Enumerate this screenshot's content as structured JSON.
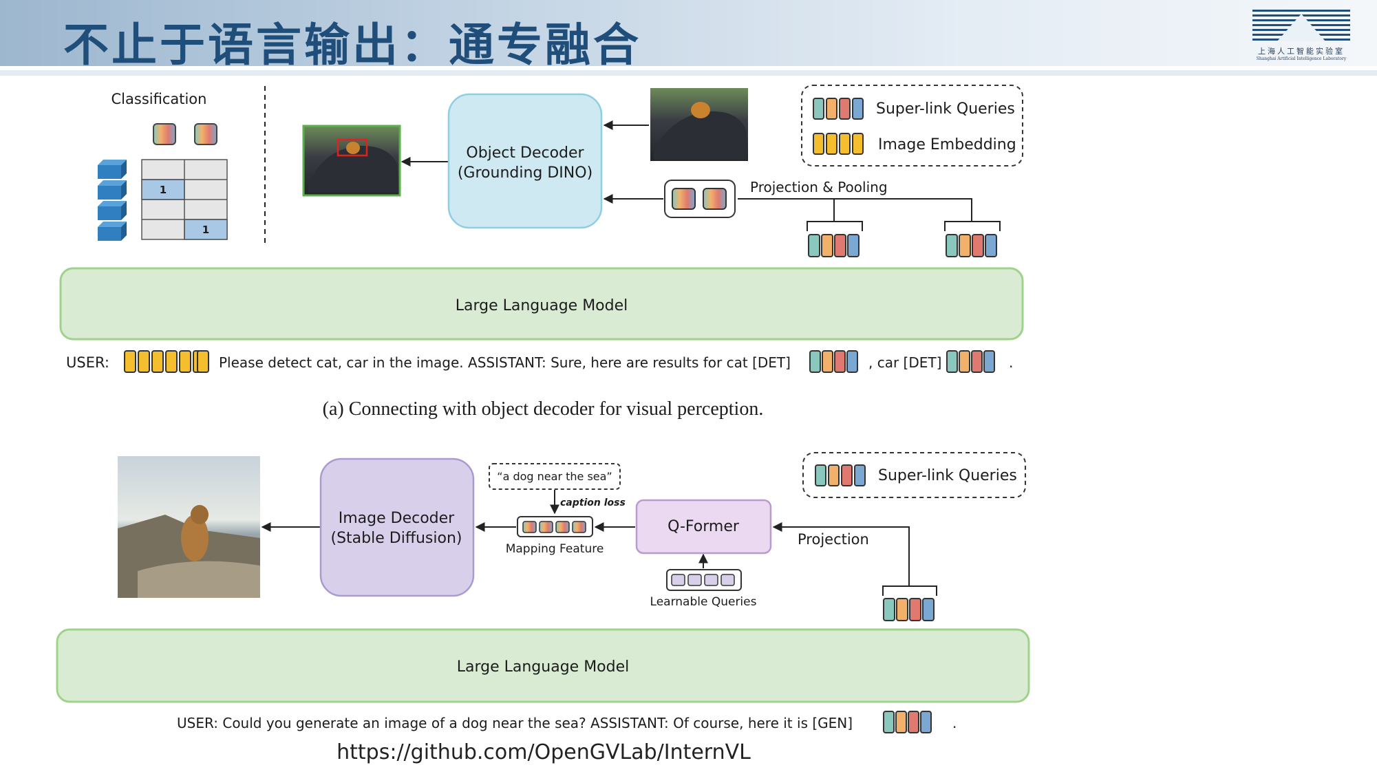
{
  "page": {
    "title": "不止于语言输出：通专融合",
    "source_url": "https://github.com/OpenGVLab/InternVL"
  },
  "logo": {
    "name": "上海人工智能实验室",
    "subtitle": "Shanghai Artificial Intelligence Laboratory"
  },
  "panel_a": {
    "classification_label": "Classification",
    "grid_values": [
      "1",
      "1"
    ],
    "object_decoder": {
      "line1": "Object Decoder",
      "line2": "(Grounding DINO)"
    },
    "legend": {
      "superlink": "Super-link Queries",
      "image_embedding": "Image Embedding"
    },
    "projection_label": "Projection & Pooling",
    "llm_label": "Large Language Model",
    "prompt": {
      "user": "USER:",
      "text1": "Please detect  cat, car in the image.  ASSISTANT: Sure, here are results for cat [DET]",
      "text2": ", car [DET]",
      "text3": "."
    },
    "caption": "(a) Connecting with object decoder for visual perception."
  },
  "panel_b": {
    "image_decoder": {
      "line1": "Image Decoder",
      "line2": "(Stable Diffusion)"
    },
    "caption_text": "“a dog near the sea”",
    "caption_loss": "caption loss",
    "mapping_feature": "Mapping Feature",
    "qformer": "Q-Former",
    "learnable_queries": "Learnable Queries",
    "projection": "Projection",
    "legend_superlink": "Super-link Queries",
    "llm_label": "Large Language Model",
    "prompt": {
      "text": "USER:  Could you generate an image of a dog near the sea?  ASSISTANT: Of course, here it is [GEN]",
      "end": "."
    }
  },
  "colors": {
    "teal": "#8ac7bd",
    "orange": "#f2b16b",
    "red": "#e07a70",
    "blue": "#7aa8d2",
    "yellow": "#f5be2e",
    "llm_fill": "#d9ecd3",
    "llm_border": "#9fd28a",
    "decoder_fill": "#cfe9f3",
    "decoder_border": "#8fcde3",
    "imgdec_fill": "#d8d0ea",
    "imgdec_border": "#a99bcf",
    "qformer_fill": "#ead9f0",
    "qformer_border": "#b89cd0",
    "header_title": "#1f4e7a"
  }
}
